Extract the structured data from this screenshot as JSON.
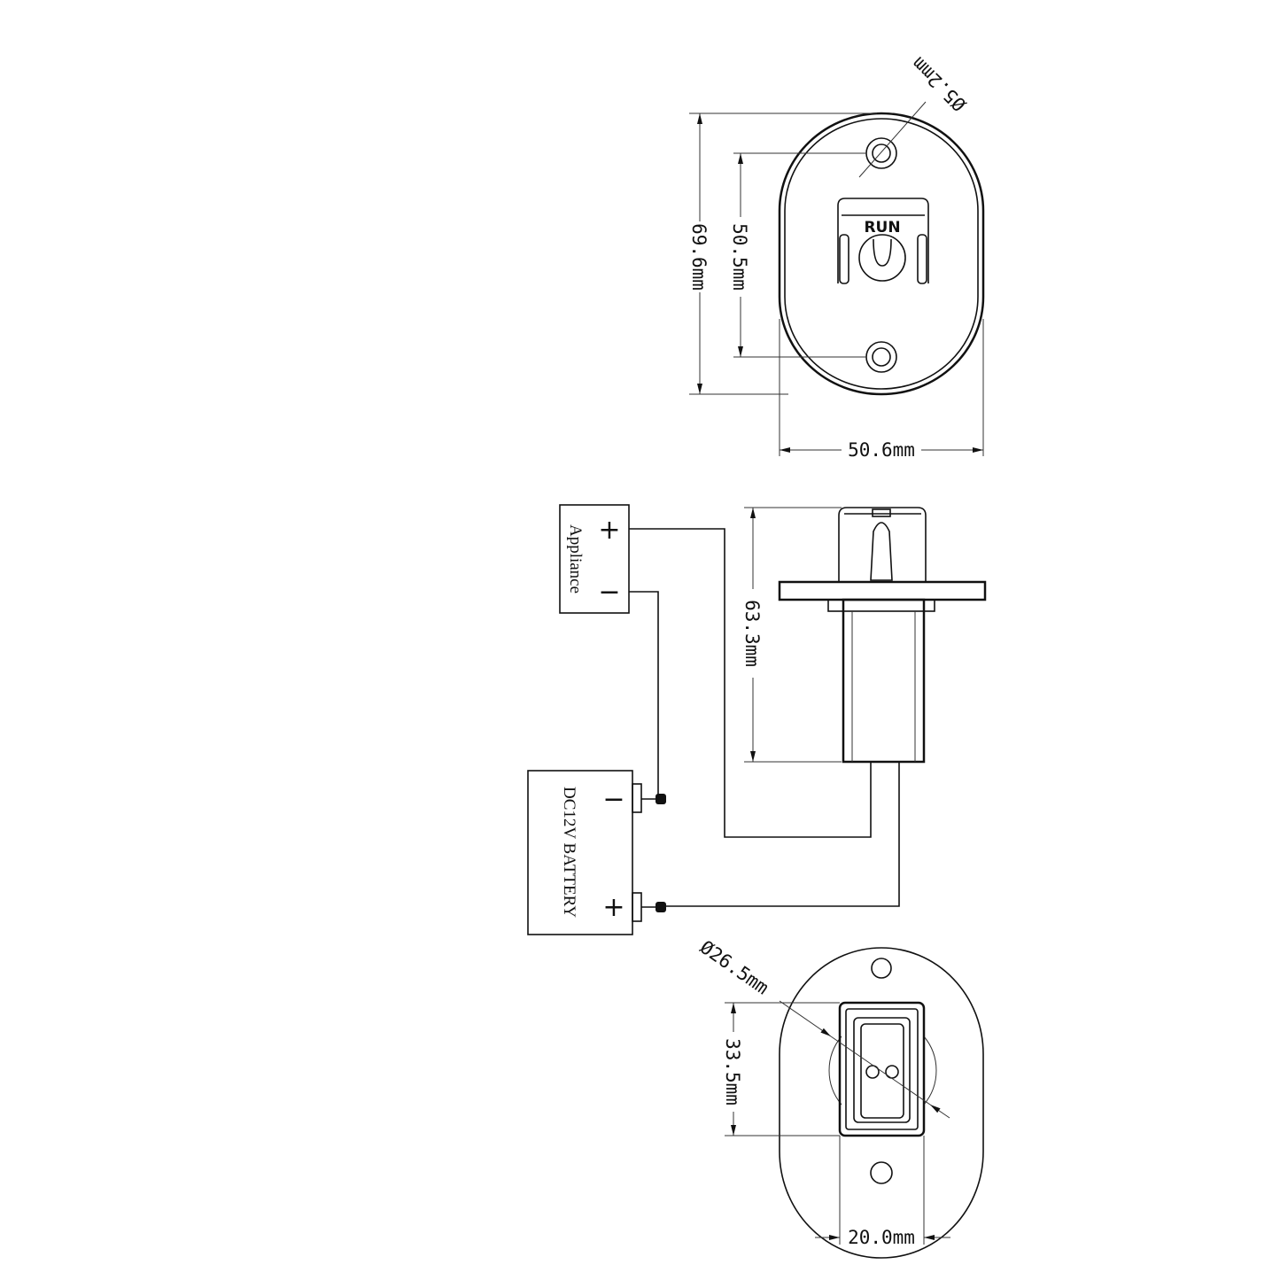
{
  "top_view": {
    "height_dim": "69.6mm",
    "hole_spacing_dim": "50.5mm",
    "width_dim": "50.6mm",
    "hole_diameter_dim": "Ø5.2mm",
    "switch_label": "RUN"
  },
  "side_view": {
    "length_dim": "63.3mm"
  },
  "wiring": {
    "appliance_label": "Appliance",
    "battery_label": "DC12V  BATTERY",
    "plus_symbol": "+",
    "minus_symbol": "−"
  },
  "bottom_view": {
    "circle_diameter_dim": "Ø26.5mm",
    "rect_height_dim": "33.5mm",
    "rect_width_dim": "20.0mm"
  }
}
